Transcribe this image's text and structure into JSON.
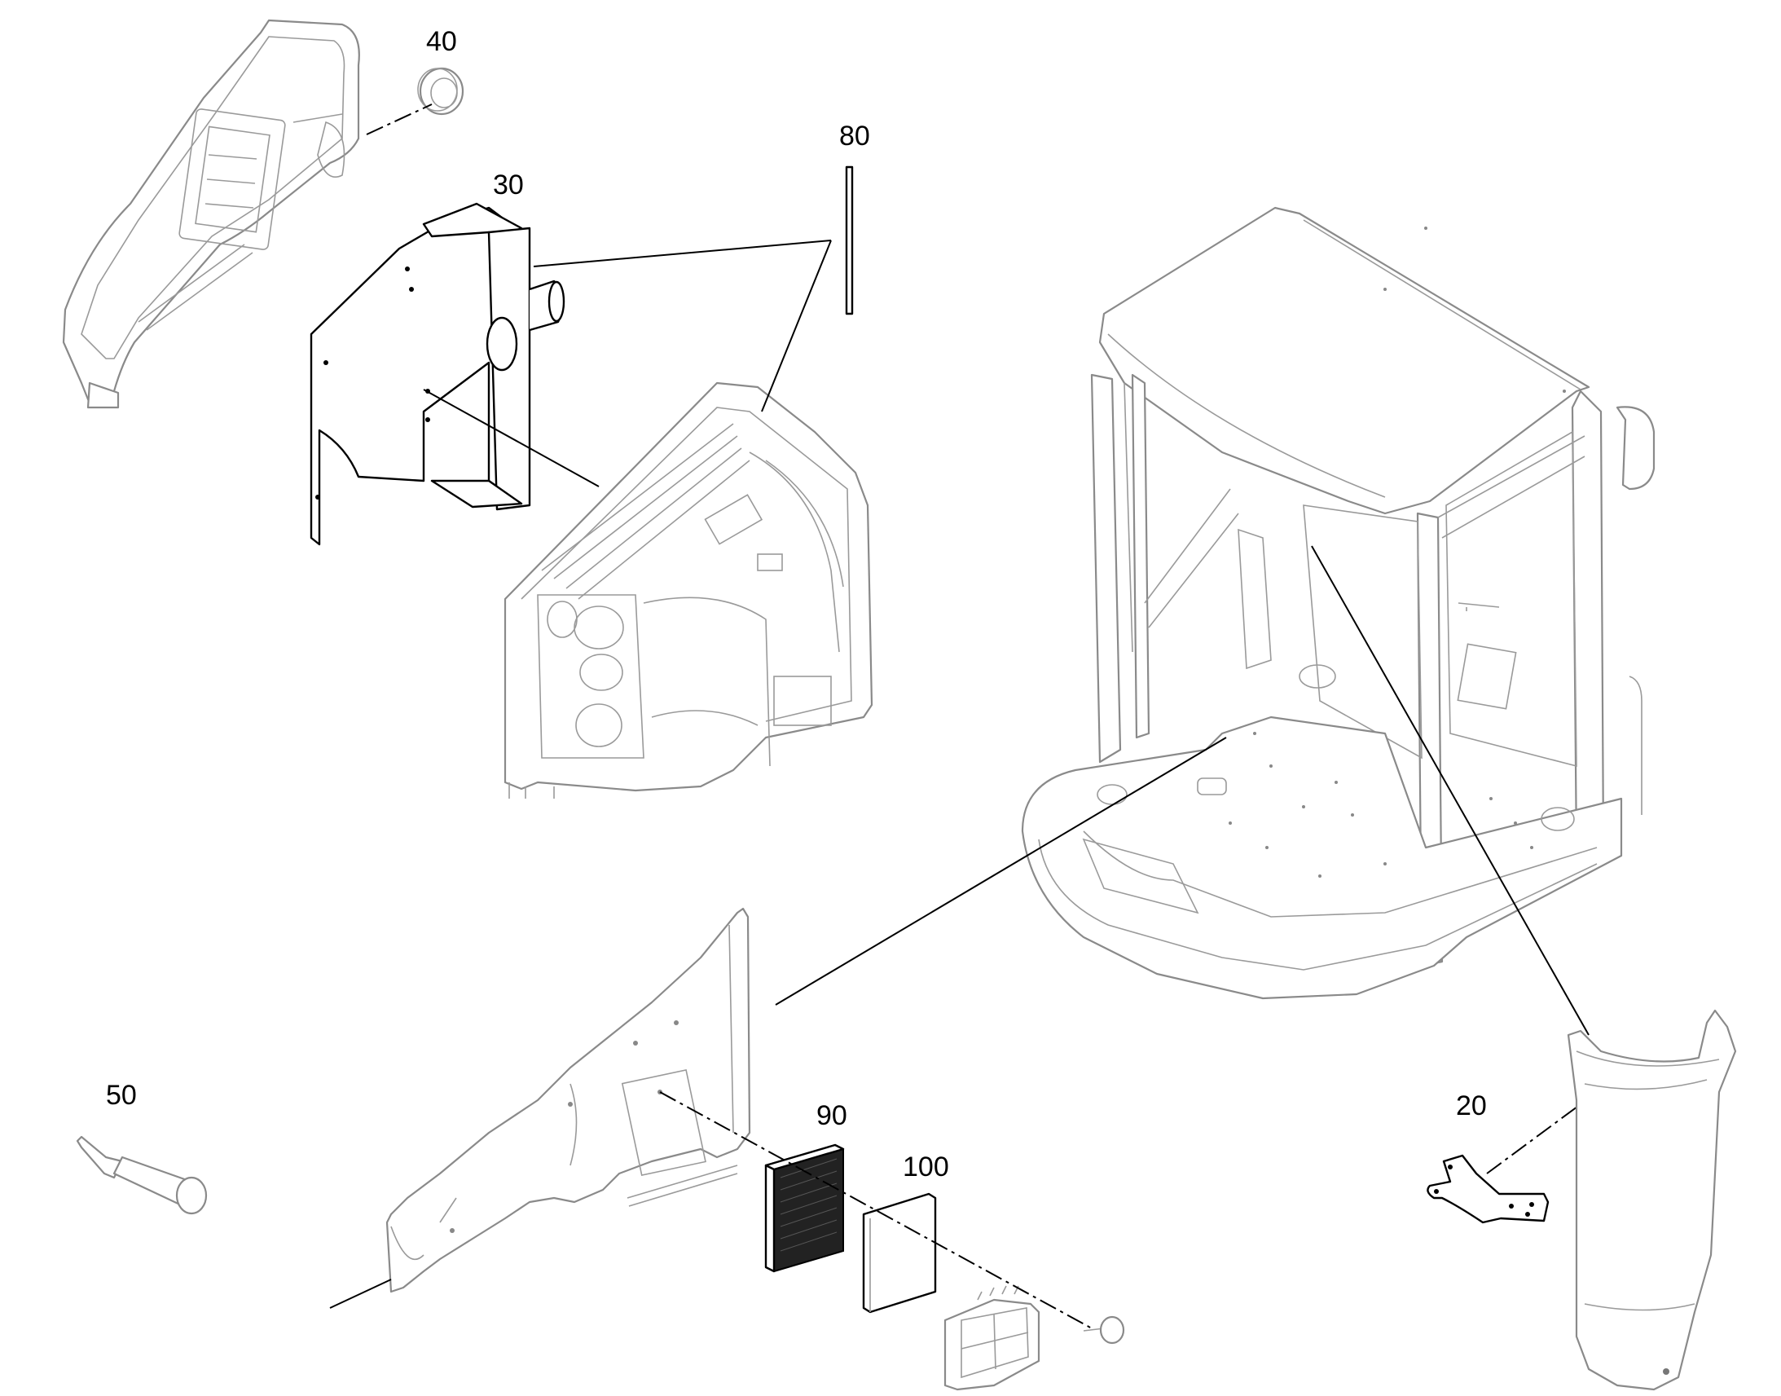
{
  "diagram": {
    "callouts": [
      {
        "id": "c40",
        "label": "40"
      },
      {
        "id": "c80",
        "label": "80"
      },
      {
        "id": "c30",
        "label": "30"
      },
      {
        "id": "c50",
        "label": "50"
      },
      {
        "id": "c90",
        "label": "90"
      },
      {
        "id": "c100",
        "label": "100"
      },
      {
        "id": "c20",
        "label": "20"
      }
    ]
  }
}
